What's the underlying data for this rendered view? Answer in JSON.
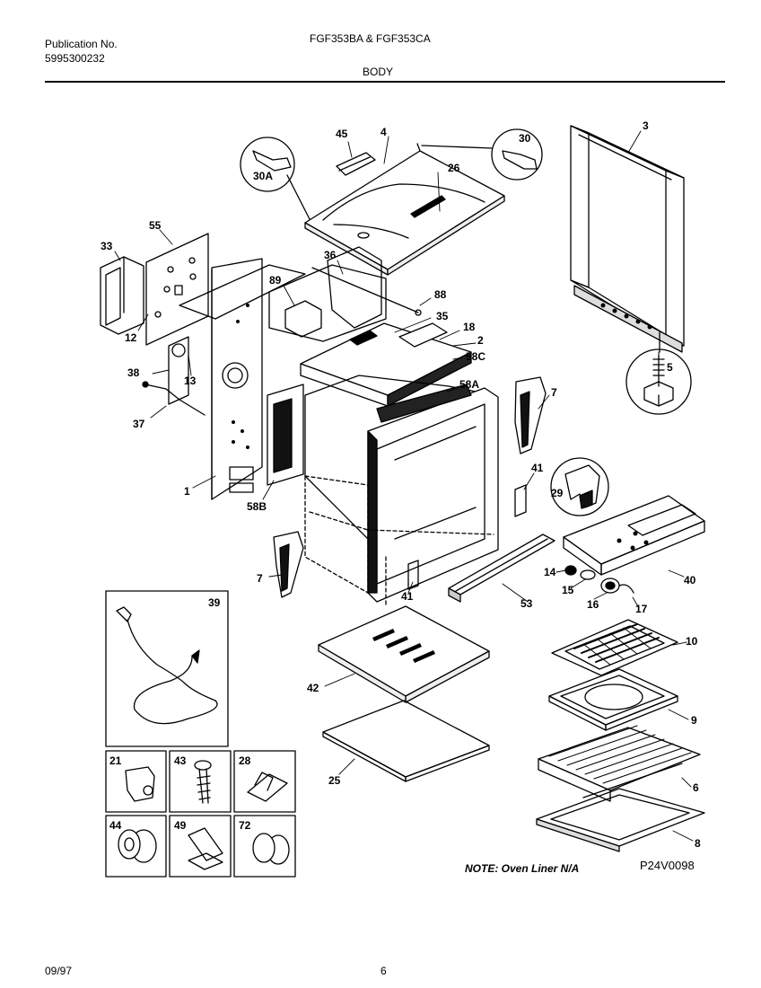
{
  "header": {
    "pub_label": "Publication No.",
    "pub_number": "5995300232",
    "models": "FGF353BA & FGF353CA",
    "section": "BODY"
  },
  "footer": {
    "date": "09/97",
    "page": "6",
    "note": "NOTE: Oven Liner N/A",
    "drawing_id": "P24V0098"
  },
  "callouts": {
    "c1": "1",
    "c2": "2",
    "c3": "3",
    "c4": "4",
    "c5": "5",
    "c6": "6",
    "c7a": "7",
    "c7b": "7",
    "c8": "8",
    "c9": "9",
    "c10": "10",
    "c12": "12",
    "c13": "13",
    "c14": "14",
    "c15": "15",
    "c16": "16",
    "c17": "17",
    "c18": "18",
    "c21": "21",
    "c25": "25",
    "c26": "26",
    "c28": "28",
    "c29": "29",
    "c30": "30",
    "c30a": "30A",
    "c33": "33",
    "c35": "35",
    "c36": "36",
    "c37": "37",
    "c38": "38",
    "c39": "39",
    "c40": "40",
    "c41a": "41",
    "c41b": "41",
    "c42": "42",
    "c43": "43",
    "c44": "44",
    "c45": "45",
    "c49": "49",
    "c53": "53",
    "c55": "55",
    "c58a": "58A",
    "c58b": "58B",
    "c58c": "58C",
    "c72": "72",
    "c88": "88",
    "c89": "89"
  }
}
